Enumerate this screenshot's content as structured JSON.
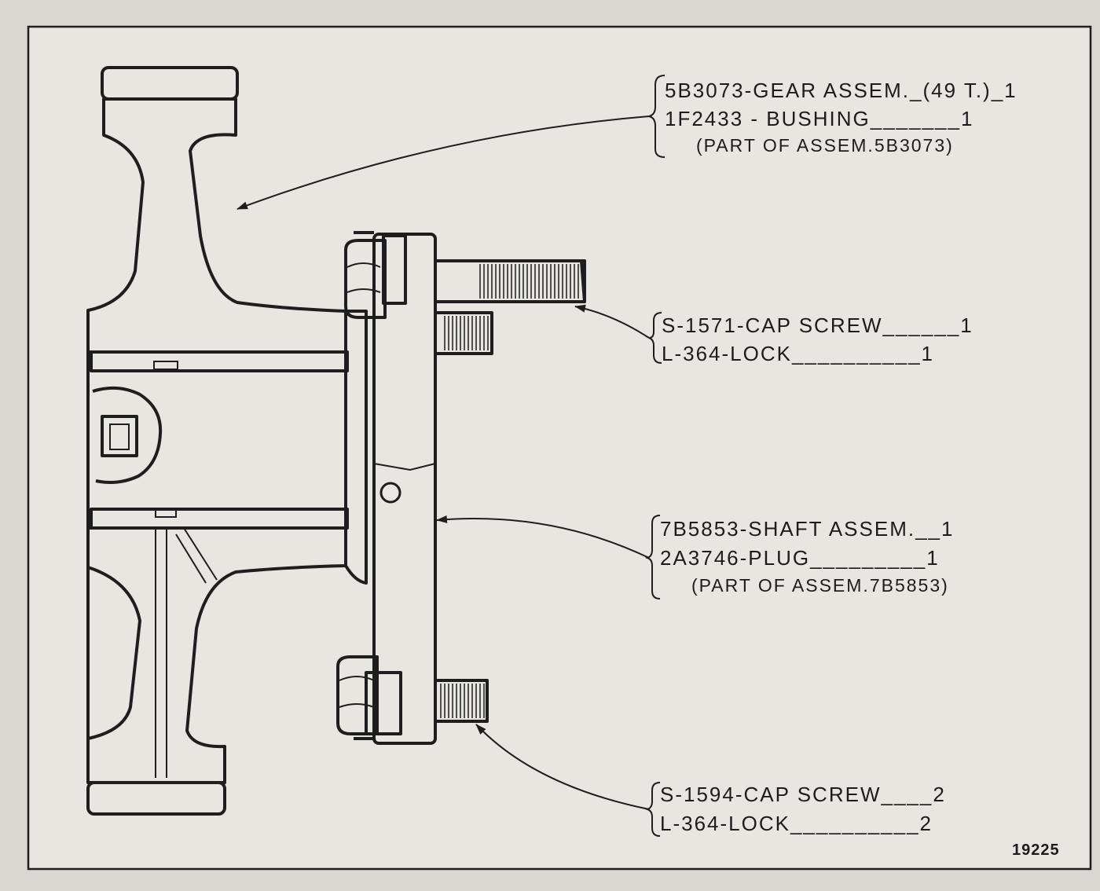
{
  "callouts": [
    {
      "lines": [
        "5B3073-GEAR ASSEM._(49 T.)_1",
        "1F2433 - BUSHING_______1"
      ],
      "note": "(PART OF ASSEM.5B3073)"
    },
    {
      "lines": [
        "S-1571-CAP SCREW______1",
        "L-364-LOCK__________1"
      ]
    },
    {
      "lines": [
        "7B5853-SHAFT ASSEM.__1",
        "2A3746-PLUG_________1"
      ],
      "note": "(PART OF ASSEM.7B5853)"
    },
    {
      "lines": [
        "S-1594-CAP SCREW____2",
        "L-364-LOCK__________2"
      ]
    }
  ],
  "figure_number": "19225"
}
